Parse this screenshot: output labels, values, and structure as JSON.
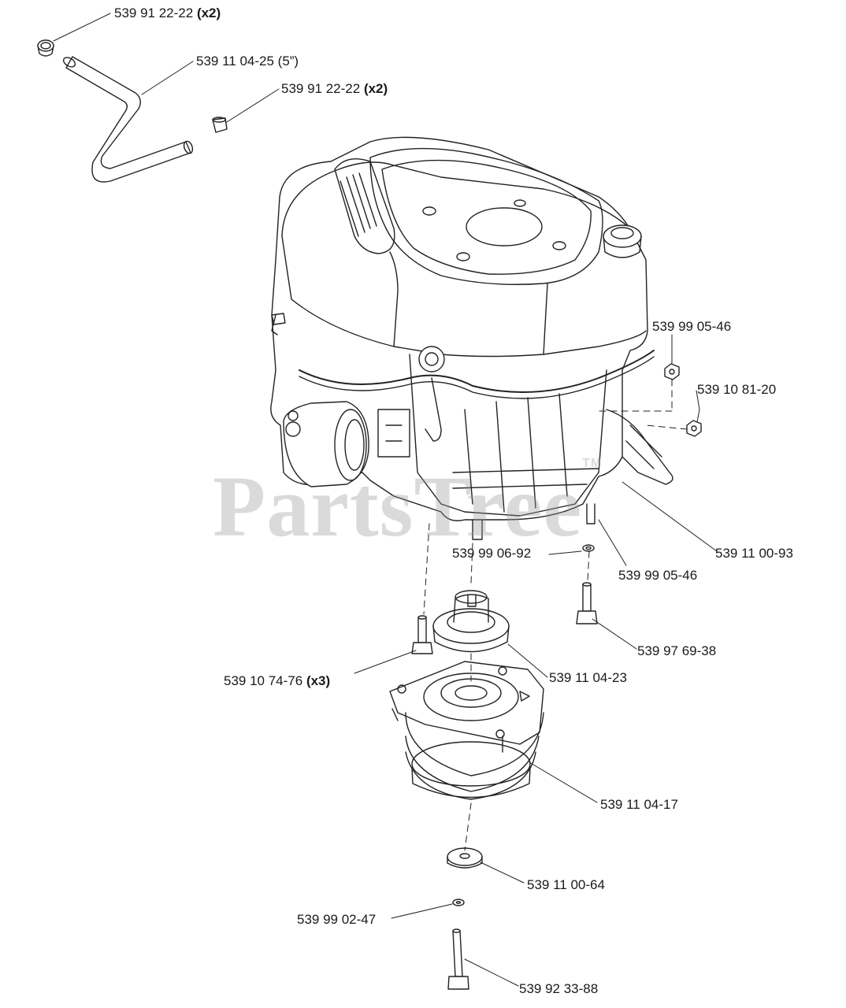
{
  "watermark": {
    "text": "PartsTree",
    "tm": "TM"
  },
  "labels": [
    {
      "part": "539 91 22-22",
      "qty": "(x2)"
    },
    {
      "part": "539 11 04-25 (5”)",
      "qty": ""
    },
    {
      "part": "539 91 22-22",
      "qty": "(x2)"
    },
    {
      "part": "539 99 05-46",
      "qty": ""
    },
    {
      "part": "539 10 81-20",
      "qty": ""
    },
    {
      "part": "539 99 06-92",
      "qty": ""
    },
    {
      "part": "539 99 05-46",
      "qty": ""
    },
    {
      "part": "539 11 00-93",
      "qty": ""
    },
    {
      "part": "539 97 69-38",
      "qty": ""
    },
    {
      "part": "539 10 74-76",
      "qty": "(x3)"
    },
    {
      "part": "539 11 04-23",
      "qty": ""
    },
    {
      "part": "539 11 04-17",
      "qty": ""
    },
    {
      "part": "539 11 00-64",
      "qty": ""
    },
    {
      "part": "539 99 02-47",
      "qty": ""
    },
    {
      "part": "539 92 33-88",
      "qty": ""
    }
  ]
}
